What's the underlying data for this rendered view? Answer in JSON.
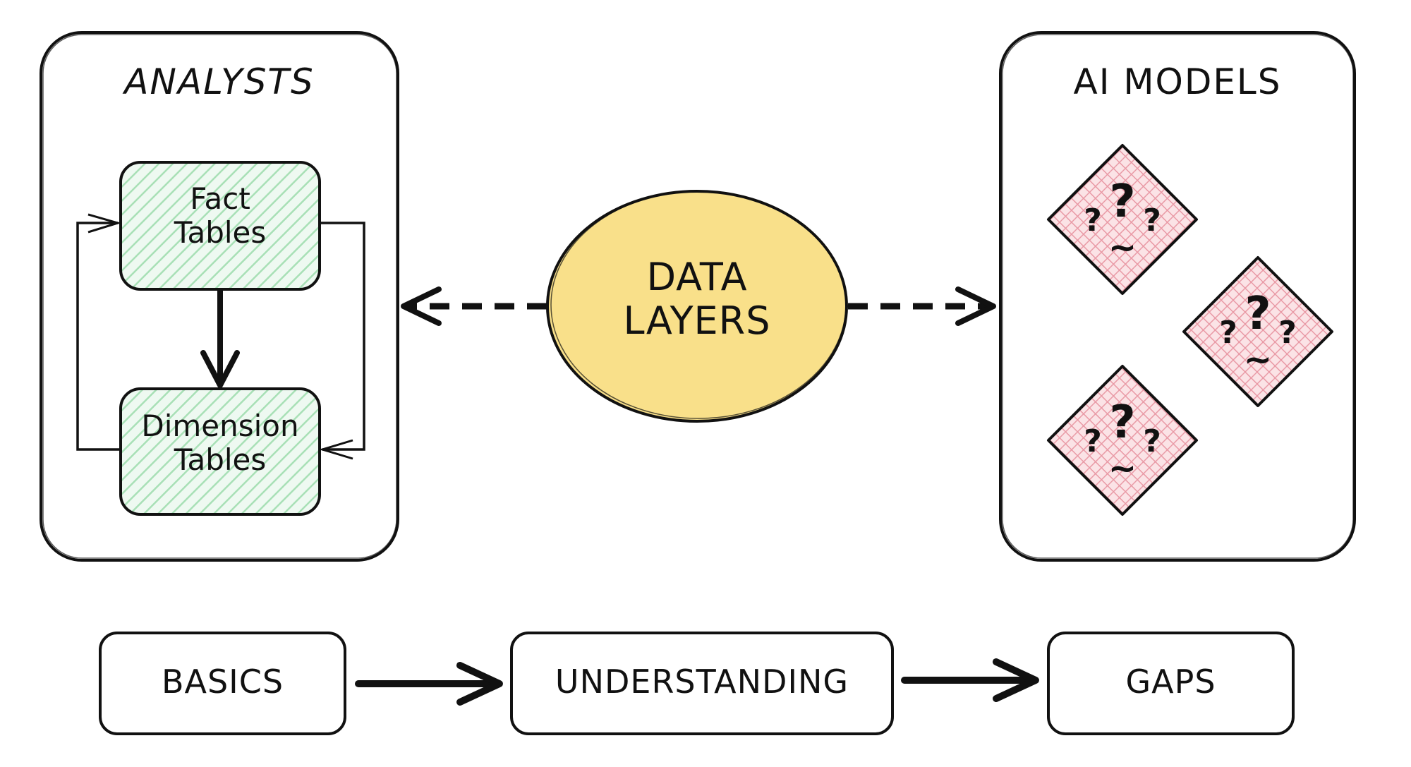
{
  "colors": {
    "stroke": "#111111",
    "table_fill": "#e6f6ea",
    "table_hatch": "#a8e0b6",
    "hub_fill": "#f9e08a",
    "model_fill": "#f7d2d6",
    "model_hatch": "#ea9aa6"
  },
  "left_panel": {
    "title": "ANALYSTS",
    "fact_box": {
      "line1": "Fact",
      "line2": "Tables"
    },
    "dimension_box": {
      "line1": "Dimension",
      "line2": "Tables"
    }
  },
  "hub": {
    "line1": "DATA",
    "line2": "LAYERS"
  },
  "right_panel": {
    "title": "AI MODELS",
    "unknown_items": [
      {
        "symbol": "??? ~"
      },
      {
        "symbol": "??? ~"
      },
      {
        "symbol": "??? ~"
      }
    ]
  },
  "flow": {
    "steps": [
      "BASICS",
      "UNDERSTANDING",
      "GAPS"
    ]
  }
}
